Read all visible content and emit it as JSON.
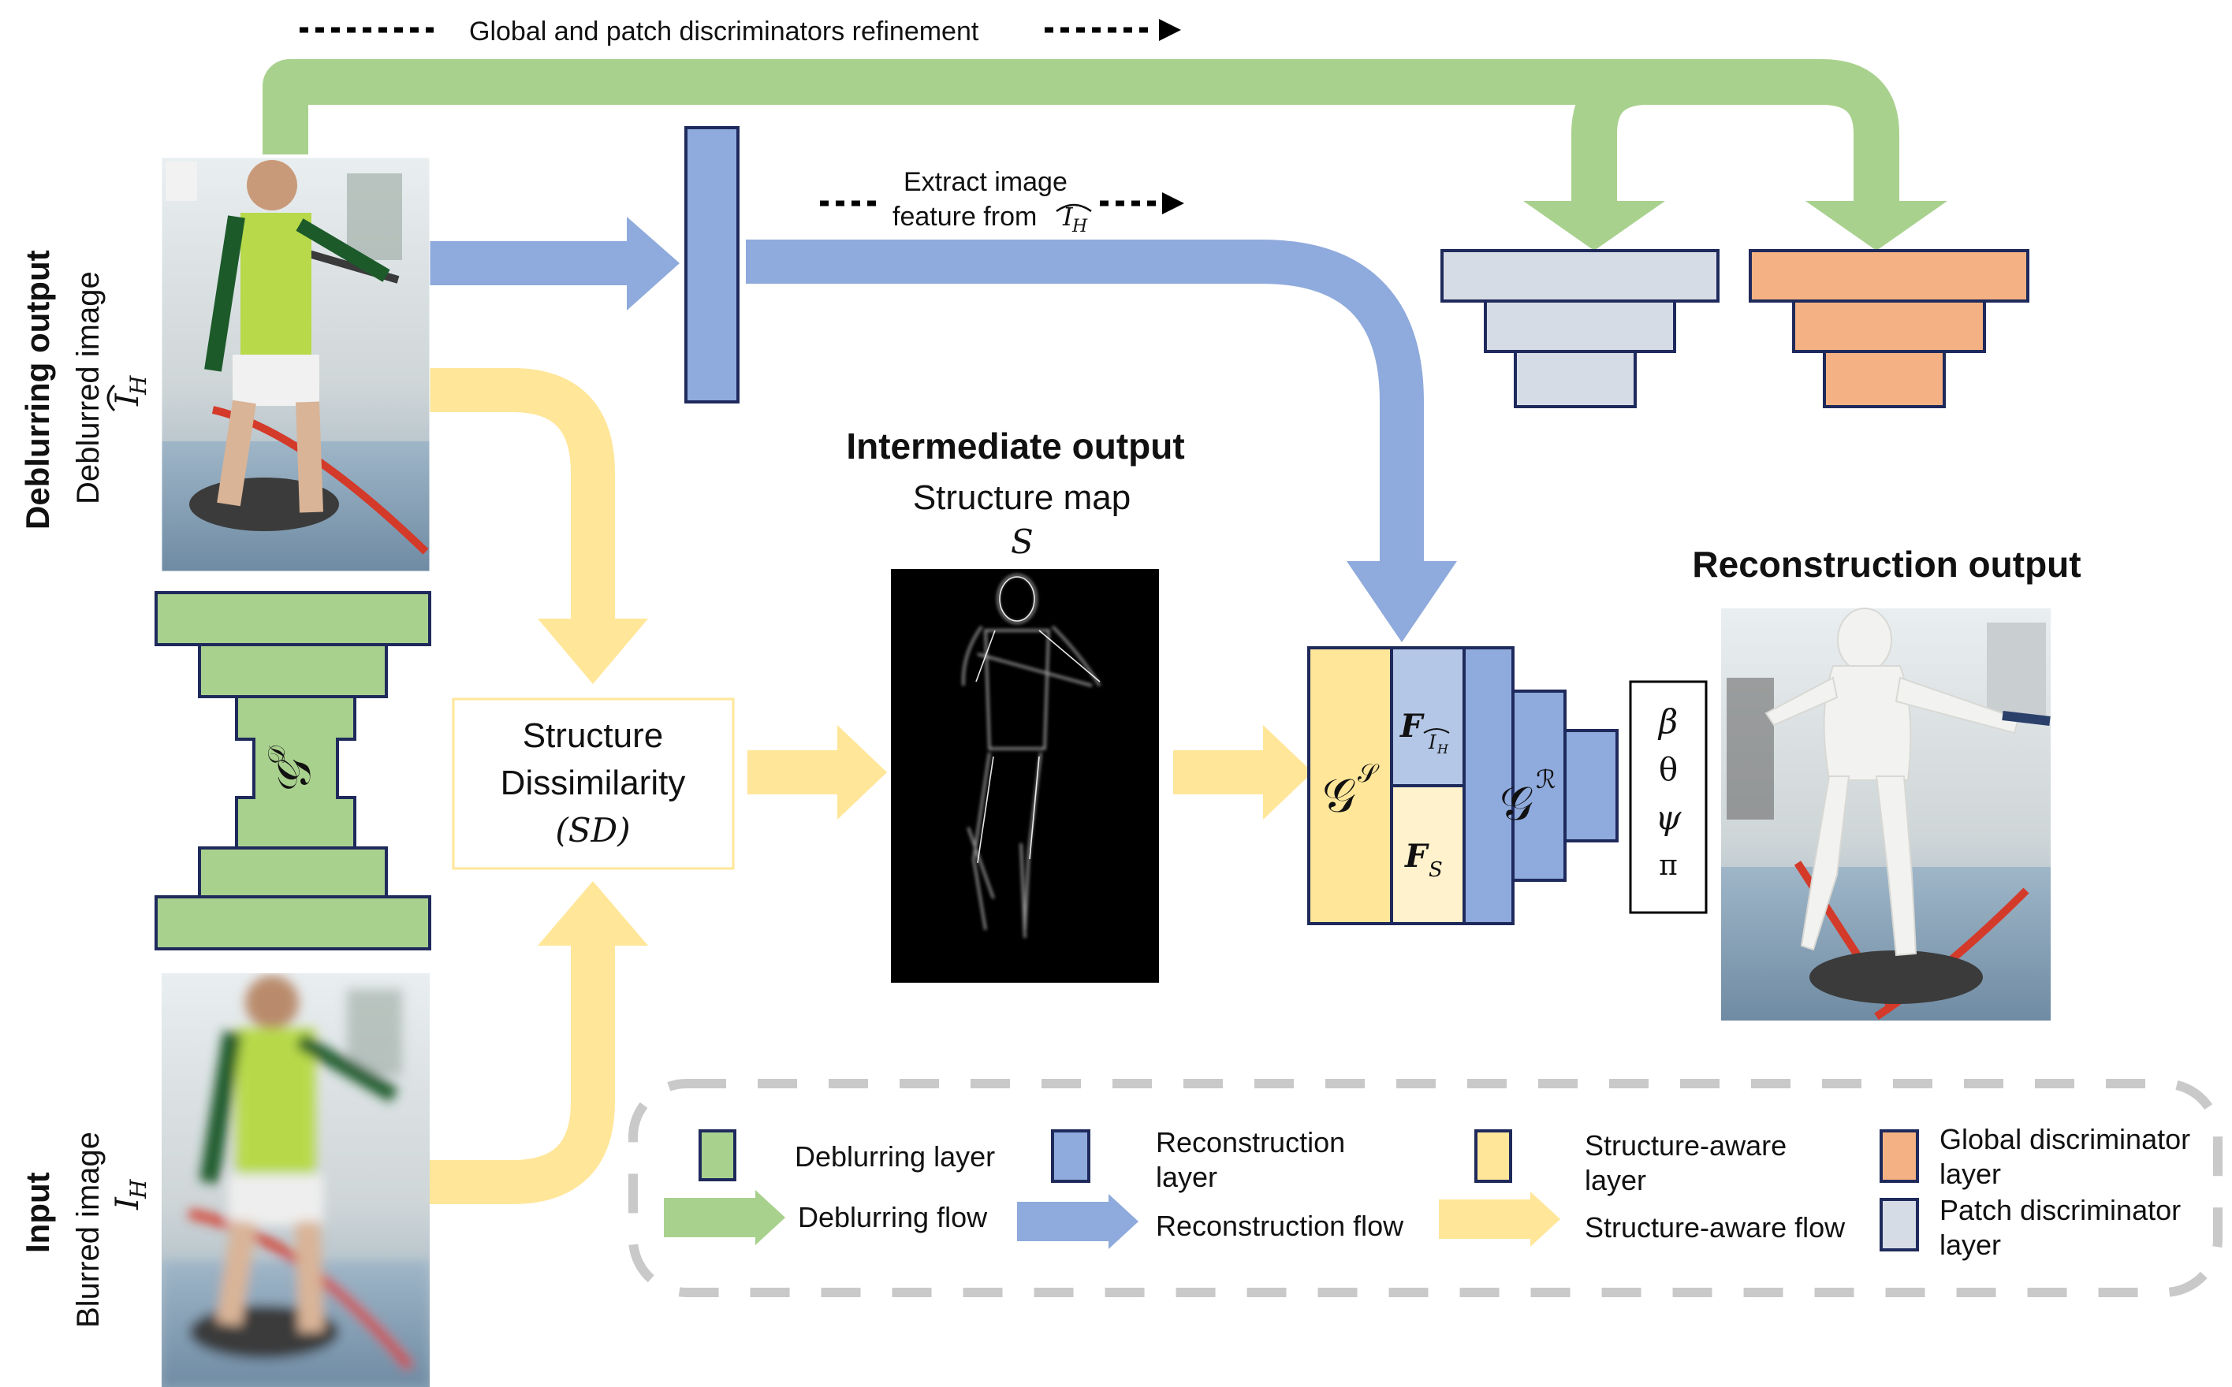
{
  "top_flow_label": "Global and patch discriminators refinement",
  "extract_label": {
    "line1": "Extract image",
    "line2": "feature from"
  },
  "deblurring_output": {
    "title": "Deblurring output",
    "subtitle": "Deblurred image"
  },
  "input_block": {
    "title": "Input",
    "subtitle": "Blurred image"
  },
  "symbols": {
    "deblurred_image": "Î",
    "blurred_image": "I",
    "subscript_H": "H",
    "deblur_generator": "𝒢",
    "deblur_generator_sup": "𝒟",
    "structure_generator": "𝒢",
    "structure_generator_sup": "𝒮",
    "recon_generator": "𝒢",
    "recon_generator_sup": "ℛ",
    "feature_F": "F",
    "feature_sub_S": "S",
    "structure_map_symbol": "S"
  },
  "structure_dissimilarity": {
    "line1": "Structure",
    "line2": "Dissimilarity",
    "line3": "(SD)"
  },
  "intermediate": {
    "title": "Intermediate output",
    "subtitle": "Structure map"
  },
  "reconstruction": {
    "title": "Reconstruction output"
  },
  "params": [
    "β",
    "θ",
    "ψ",
    "π"
  ],
  "legend": {
    "deblurring_layer": "Deblurring layer",
    "deblurring_flow": "Deblurring flow",
    "reconstruction_layer_1": "Reconstruction",
    "reconstruction_layer_2": "layer",
    "reconstruction_flow": "Reconstruction flow",
    "structure_layer_1": "Structure-aware",
    "structure_layer_2": "layer",
    "structure_flow": "Structure-aware flow",
    "global_disc_1": "Global discriminator",
    "global_disc_2": "layer",
    "patch_disc_1": "Patch discriminator",
    "patch_disc_2": "layer"
  },
  "colors": {
    "green": "#a9d18e",
    "blue": "#8faadc",
    "yellow": "#ffe699",
    "yellow_pale": "#fff2cc",
    "blue_pale": "#b4c7e7",
    "orange": "#f4b183",
    "grey": "#d6dce5",
    "outline": "#1f2a5c",
    "legend_border": "#c9c9c9"
  }
}
